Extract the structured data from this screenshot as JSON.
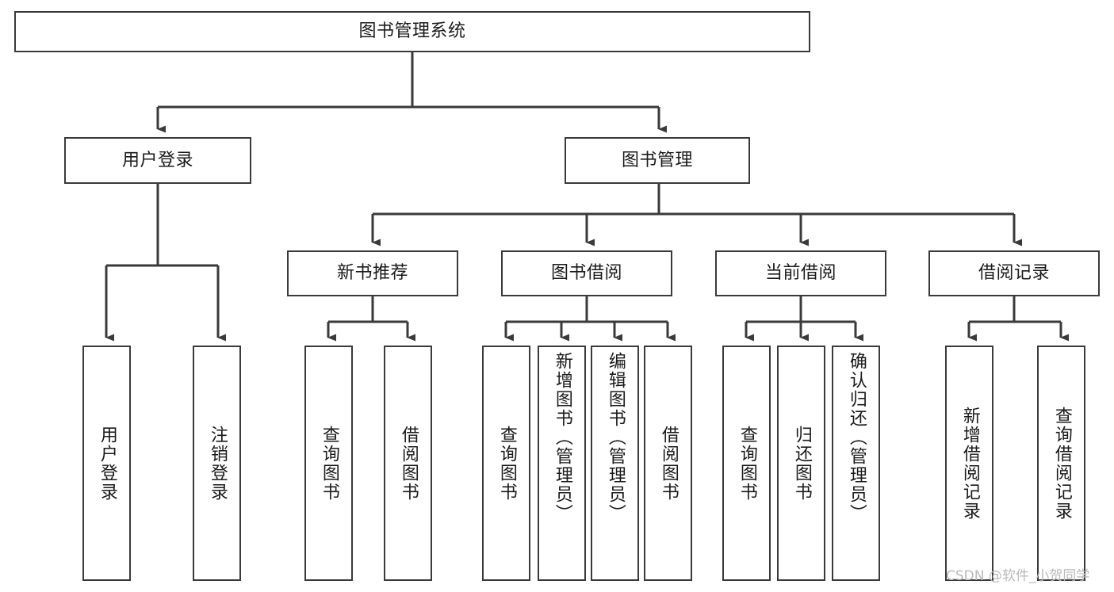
{
  "diagram": {
    "title": "图书管理系统",
    "type": "hierarchy-tree",
    "levels": 4,
    "root": {
      "id": "root",
      "label": "图书管理系统",
      "orientation": "horizontal"
    },
    "level2": [
      {
        "id": "user-login",
        "label": "用户登录",
        "orientation": "horizontal"
      },
      {
        "id": "book-management",
        "label": "图书管理",
        "orientation": "horizontal"
      }
    ],
    "level3": [
      {
        "id": "new-book-recommend",
        "label": "新书推荐",
        "orientation": "horizontal"
      },
      {
        "id": "book-borrow",
        "label": "图书借阅",
        "orientation": "horizontal"
      },
      {
        "id": "current-borrow",
        "label": "当前借阅",
        "orientation": "horizontal"
      },
      {
        "id": "borrow-record",
        "label": "借阅记录",
        "orientation": "horizontal"
      }
    ],
    "leaves": [
      {
        "id": "leaf-user-login",
        "label": "用户登录",
        "parent": "user-login",
        "orientation": "vertical"
      },
      {
        "id": "leaf-user-logout",
        "label": "注销登录",
        "parent": "user-login",
        "orientation": "vertical"
      },
      {
        "id": "leaf-query-book-1",
        "label": "查询图书",
        "parent": "new-book-recommend",
        "orientation": "vertical"
      },
      {
        "id": "leaf-borrow-book-1",
        "label": "借阅图书",
        "parent": "new-book-recommend",
        "orientation": "vertical"
      },
      {
        "id": "leaf-query-book-2",
        "label": "查询图书",
        "parent": "book-borrow",
        "orientation": "vertical"
      },
      {
        "id": "leaf-add-book",
        "label": "新增图书（管理员）",
        "parent": "book-borrow",
        "orientation": "vertical"
      },
      {
        "id": "leaf-edit-book",
        "label": "编辑图书（管理员）",
        "parent": "book-borrow",
        "orientation": "vertical"
      },
      {
        "id": "leaf-borrow-book-2",
        "label": "借阅图书",
        "parent": "book-borrow",
        "orientation": "vertical"
      },
      {
        "id": "leaf-query-book-3",
        "label": "查询图书",
        "parent": "current-borrow",
        "orientation": "vertical"
      },
      {
        "id": "leaf-return-book",
        "label": "归还图书",
        "parent": "current-borrow",
        "orientation": "vertical"
      },
      {
        "id": "leaf-confirm-return",
        "label": "确认归还（管理员）",
        "parent": "current-borrow",
        "orientation": "vertical"
      },
      {
        "id": "leaf-add-record",
        "label": "新增借阅记录",
        "parent": "borrow-record",
        "orientation": "vertical"
      },
      {
        "id": "leaf-query-record",
        "label": "查询借阅记录",
        "parent": "borrow-record",
        "orientation": "vertical"
      }
    ],
    "watermark": "CSDN @软件_小贺同学",
    "colors": {
      "box_border": "#3a3a3a",
      "connector": "#3a3a3a",
      "text": "#1a1a1a",
      "background": "#ffffff",
      "watermark": "#b9b9b9"
    }
  }
}
